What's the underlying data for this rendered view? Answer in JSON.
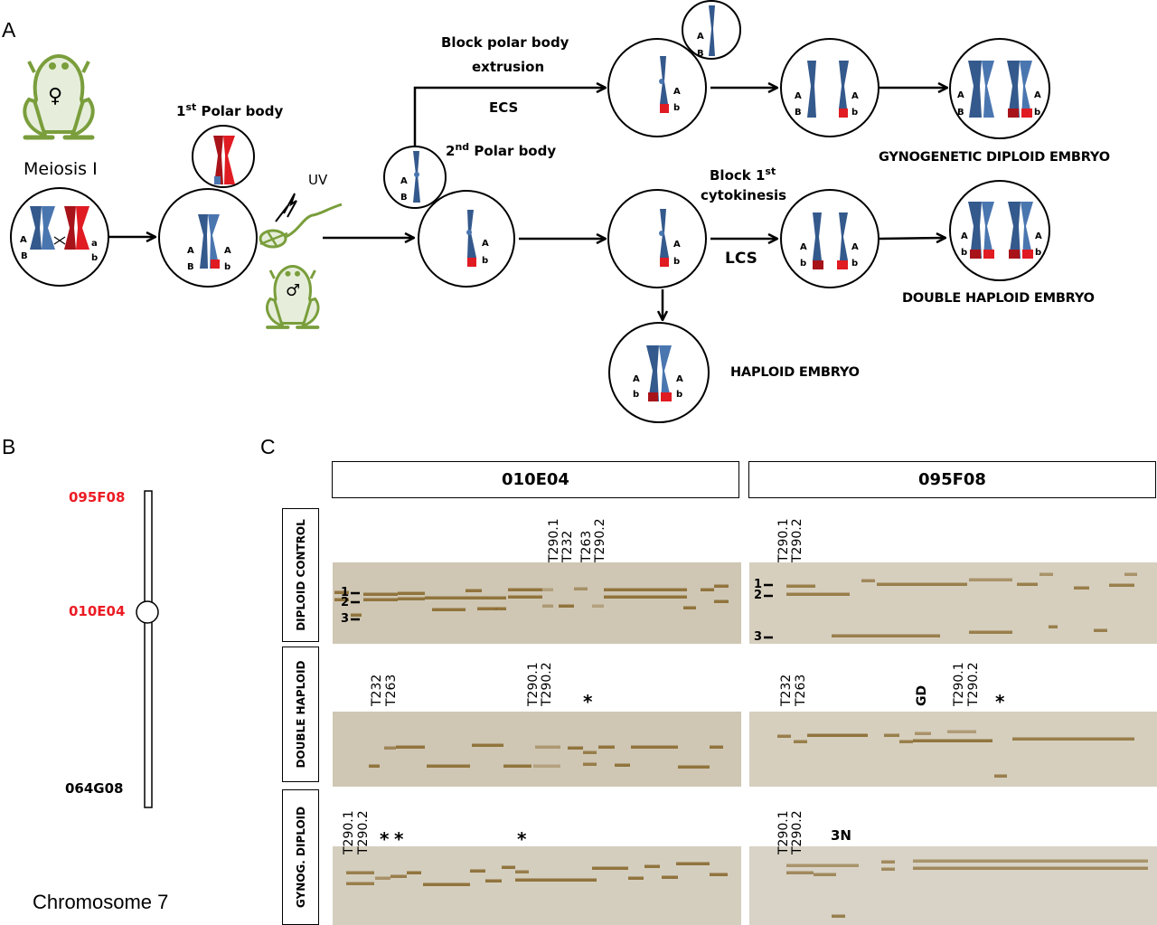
{
  "panels": {
    "a": {
      "letter": "A",
      "meiosis_label": "Meiosis I",
      "female_symbol": "♀",
      "male_symbol": "♂",
      "first_polar_body": {
        "num": "1",
        "sup": "st",
        "text": "Polar body"
      },
      "second_polar_body": {
        "num": "2",
        "sup": "nd",
        "text": "Polar body"
      },
      "uv_label": "UV",
      "block_polar_line1": "Block polar body",
      "block_polar_line2": "extrusion",
      "ecs_label": "ECS",
      "block_cyto_line1": "Block 1",
      "block_cyto_sup": "st",
      "block_cyto_line2": "cytokinesis",
      "lcs_label": "LCS",
      "outcome_gynogenetic": "GYNOGENETIC DIPLOID EMBRYO",
      "outcome_double_haploid": "DOUBLE HAPLOID EMBRYO",
      "outcome_haploid": "HAPLOID EMBRYO",
      "alleles": {
        "A": "A",
        "B": "B",
        "a": "a",
        "b": "b"
      },
      "colors": {
        "maternal_blue": "#4a76b0",
        "maternal_blue_dark": "#34598c",
        "paternal_red": "#e01b22",
        "paternal_red_dark": "#a8131a",
        "frog_green": "#7a9e3c",
        "frog_fill": "#e6eedb"
      }
    },
    "b": {
      "letter": "B",
      "markers": [
        {
          "name": "095F08",
          "color": "#ec1c24"
        },
        {
          "name": "010E04",
          "color": "#ec1c24"
        },
        {
          "name": "064G08",
          "color": "#000000"
        }
      ],
      "caption": "Chromosome 7"
    },
    "c": {
      "letter": "C",
      "columns": [
        "010E04",
        "095F08"
      ],
      "rows": [
        "DIPLOID CONTROL",
        "DOUBLE HAPLOID",
        "GYNOG. DIPLOID"
      ],
      "band_labels": [
        "1",
        "2",
        "3"
      ],
      "lane_labels": {
        "dc_010E04": [
          "T290.1",
          "T232",
          "T263",
          "T290.2"
        ],
        "dc_095F08": [
          "T290.1",
          "T290.2"
        ],
        "dh_010E04": [
          "T232",
          "T263",
          "T290.1",
          "T290.2"
        ],
        "dh_095F08_a": [
          "T232",
          "T263"
        ],
        "dh_095F08_gd": "GD",
        "dh_095F08_b": [
          "T290.1",
          "T290.2"
        ],
        "gd_010E04": [
          "T290.1",
          "T290.2"
        ],
        "gd_095F08": [
          "T290.1",
          "T290.2"
        ],
        "gd_095F08_3n": "3N"
      },
      "star": "*",
      "gel_color": "#cfc7b4",
      "band_color": "#8a6a30"
    }
  }
}
